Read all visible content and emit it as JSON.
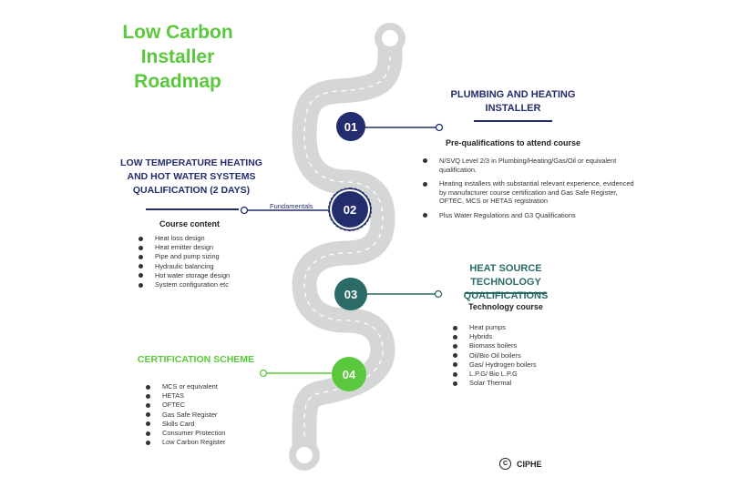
{
  "title": {
    "line1": "Low Carbon Installer",
    "line2": "Roadmap"
  },
  "colors": {
    "navy": "#232d6e",
    "teal": "#2a6b67",
    "green": "#5ac83c",
    "road": "#d4d7d6"
  },
  "step1": {
    "number": "01",
    "heading_line1": "PLUMBING AND HEATING",
    "heading_line2": "INSTALLER",
    "subheading": "Pre-qualifications to attend course",
    "items": [
      "N/SVQ Level 2/3 in Plumbing/Heating/Gas/Oil or equivalent qualification.",
      "Heating installers with substantial relevant experience, evidenced  by manufacturer course certification and Gas Safe Register, OFTEC, MCS or HETAS registration",
      "Plus Water Regulations and G3 Qualifications"
    ]
  },
  "step2": {
    "number": "02",
    "tag": "Fundamentals",
    "heading_line1": "LOW TEMPERATURE HEATING",
    "heading_line2": "AND HOT WATER SYSTEMS",
    "heading_line3": "QUALIFICATION (2 DAYS)",
    "subheading": "Course content",
    "items": [
      "Heat loss design",
      "Heat emitter design",
      "Pipe and pump sizing",
      "Hydraulic balancing",
      "Hot water storage design",
      "System configuration etc"
    ]
  },
  "step3": {
    "number": "03",
    "heading_line1": "HEAT SOURCE TECHNOLOGY",
    "heading_line2": "QUALIFICATIONS",
    "subheading": "Technology course",
    "items": [
      "Heat pumps",
      "Hybrids",
      "Biomass boilers",
      "Oil/Bio Oil boilers",
      "Gas/ Hydrogen boilers",
      "L.P.G/ Bio L.P.G",
      "Solar Thermal"
    ]
  },
  "step4": {
    "number": "04",
    "heading": "CERTIFICATION SCHEME",
    "items": [
      "MCS or equivalent",
      "HETAS",
      "OFTEC",
      "Gas  Safe Register",
      "Skills Card",
      "Consumer Protection",
      "Low Carbon Register"
    ]
  },
  "logo": {
    "mark": "C",
    "text": "CIPHE"
  }
}
